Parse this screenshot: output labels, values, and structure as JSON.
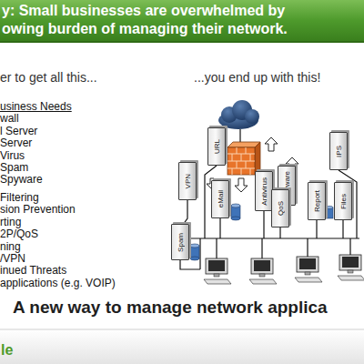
{
  "diagram": {
    "title": "y: Small businesses are overwhelmed by owing burden of managing their network.",
    "caption": "A new way to manage network applica",
    "nodes": [
      {
        "text": [
          "URL"
        ]
      },
      {
        "text": [
          "IPS"
        ]
      },
      {
        "text": [
          "VPN"
        ]
      },
      {
        "text": [
          "eMail"
        ]
      },
      {
        "text": [
          "Antivirus"
        ]
      },
      {
        "text": [
          "Spyware"
        ]
      },
      {
        "text": [
          "QoS"
        ]
      },
      {
        "text": [
          "Report"
        ]
      },
      {
        "text": [
          "Files"
        ]
      },
      {
        "text": [
          "Spam"
        ]
      }
    ],
    "labels": [
      "er to get all this...",
      "...you end up with this!",
      "usiness Needs",
      "wall",
      "l Server",
      "Server",
      "Virus",
      "Spam",
      "Spyware",
      "Filtering",
      "sion Prevention",
      "rting",
      "2P/QoS",
      "ning",
      "/VPN",
      "inued Threats",
      "applications (e.g. VOIP)",
      "le"
    ]
  }
}
